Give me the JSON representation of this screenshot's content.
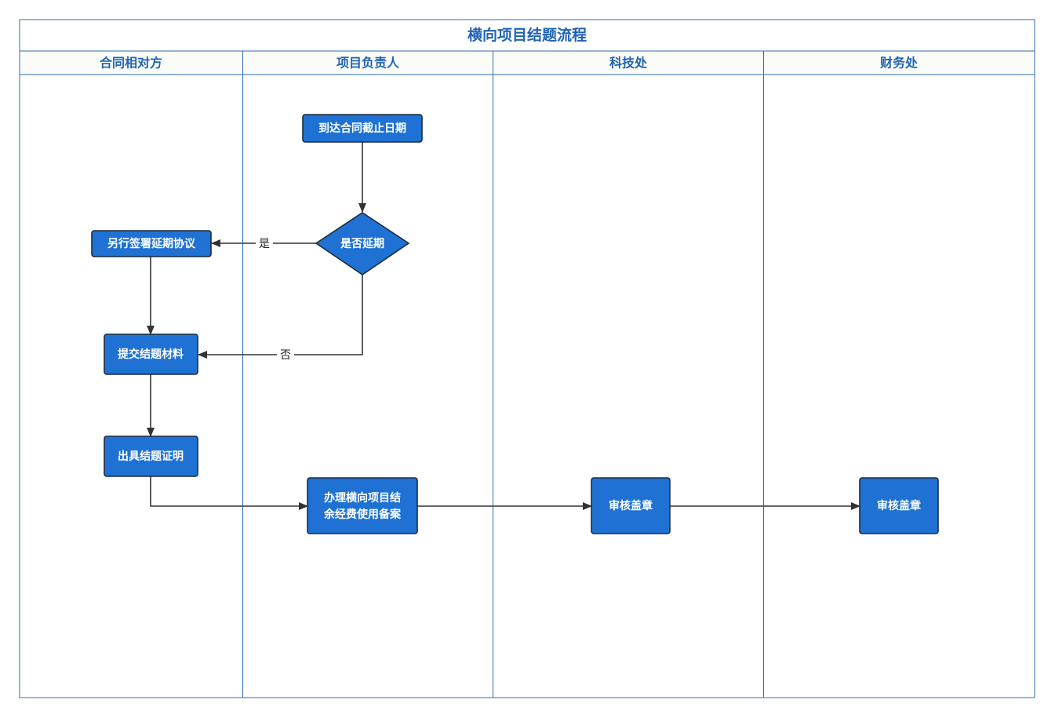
{
  "colors": {
    "frame": "#2f6db6",
    "title_text": "#2063b6",
    "header_bg": "#fbfcf7",
    "node_fill": "#1f72d3",
    "node_stroke": "#1c2c40",
    "node_text": "#ffffff",
    "edge": "#333333"
  },
  "title": "横向项目结题流程",
  "lanes": [
    {
      "label": "合同相对方"
    },
    {
      "label": "项目负责人"
    },
    {
      "label": "科技处"
    },
    {
      "label": "财务处"
    }
  ],
  "nodes": {
    "start": {
      "label": "到达合同截止日期",
      "shape": "process",
      "lane": "项目负责人"
    },
    "decision": {
      "label": "是否延期",
      "shape": "decision",
      "lane": "项目负责人"
    },
    "extension": {
      "label": "另行签署延期协议",
      "shape": "process",
      "lane": "合同相对方"
    },
    "submit": {
      "label": "提交结题材料",
      "shape": "process",
      "lane": "合同相对方"
    },
    "certificate": {
      "label": "出具结题证明",
      "shape": "process",
      "lane": "合同相对方"
    },
    "filing": {
      "lines": [
        "办理横向项目结",
        "余经费使用备案"
      ],
      "shape": "process",
      "lane": "项目负责人"
    },
    "tech_review": {
      "label": "审核盖章",
      "shape": "process",
      "lane": "科技处"
    },
    "finance_review": {
      "label": "审核盖章",
      "shape": "process",
      "lane": "财务处"
    }
  },
  "edges": [
    {
      "from": "到达合同截止日期",
      "to": "是否延期"
    },
    {
      "from": "是否延期",
      "to": "另行签署延期协议",
      "label": "是"
    },
    {
      "from": "是否延期",
      "to": "提交结题材料",
      "label": "否"
    },
    {
      "from": "另行签署延期协议",
      "to": "提交结题材料"
    },
    {
      "from": "提交结题材料",
      "to": "出具结题证明"
    },
    {
      "from": "出具结题证明",
      "to": "办理横向项目结余经费使用备案"
    },
    {
      "from": "办理横向项目结余经费使用备案",
      "to": "审核盖章 (科技处)"
    },
    {
      "from": "审核盖章 (科技处)",
      "to": "审核盖章 (财务处)"
    }
  ]
}
